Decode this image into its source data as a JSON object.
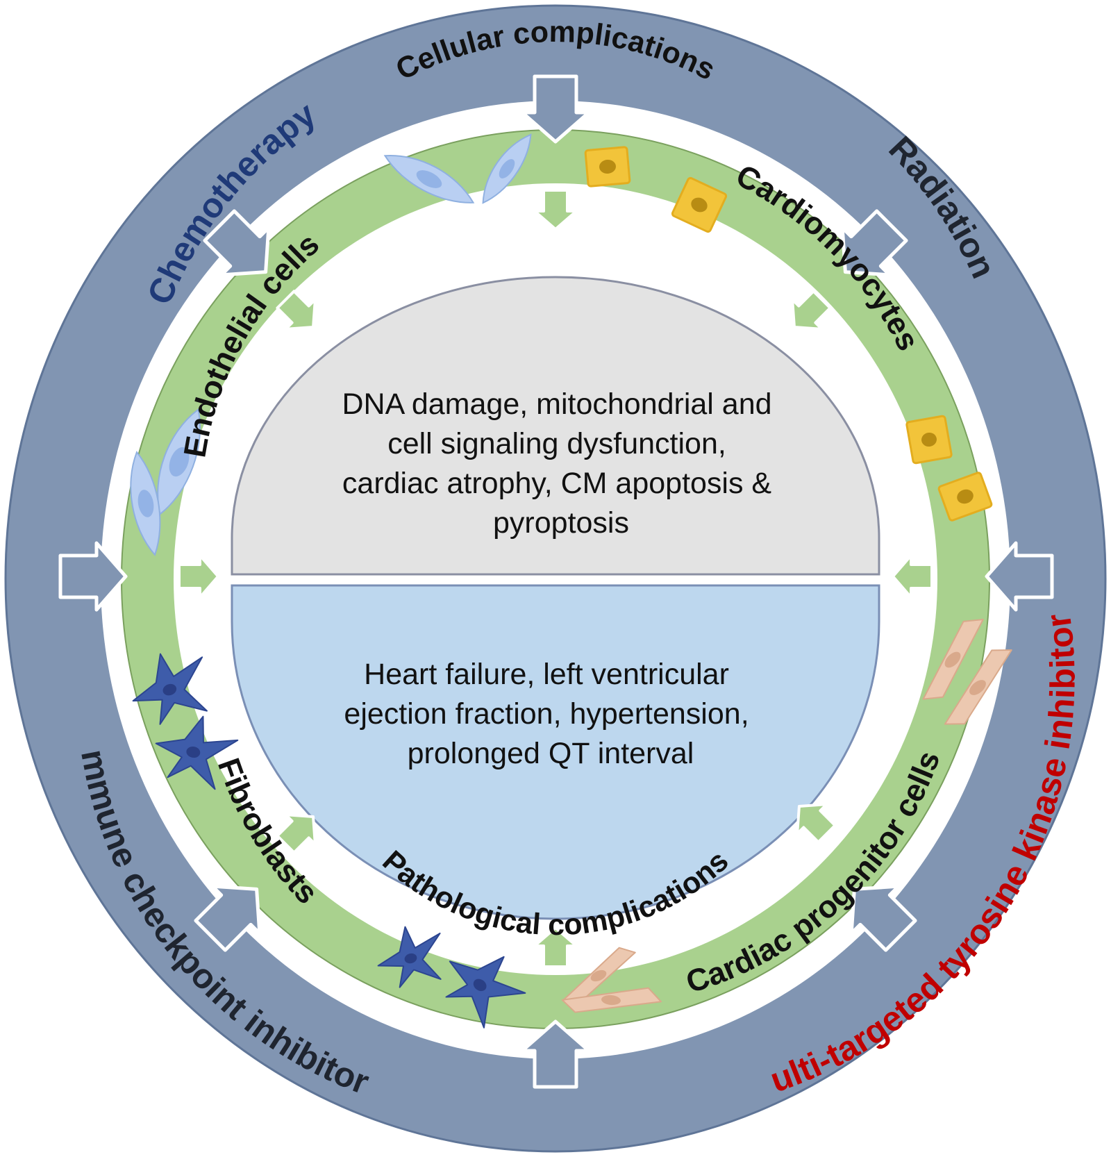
{
  "outer_ring": {
    "labels": {
      "chemotherapy": "Chemotherapy",
      "radiation": "Radiation",
      "tki": "Multi-targeted tyrosine kinase inhibitors",
      "icpi": "Immune checkpoint inhibitors"
    }
  },
  "cell_ring": {
    "labels": {
      "endothelial": "Endothelial cells",
      "cardiomyocytes": "Cardiomyocytes",
      "progenitor": "Cardiac progenitor cells",
      "fibroblasts": "Fibroblasts"
    }
  },
  "center": {
    "cellular": {
      "title": "Cellular complications",
      "lines": [
        "DNA damage, mitochondrial and",
        "cell signaling dysfunction,",
        "cardiac atrophy, CM apoptosis &",
        "pyroptosis"
      ]
    },
    "pathological": {
      "title": "Pathological complications",
      "lines": [
        "Heart failure, left ventricular",
        "ejection fraction, hypertension,",
        "prolonged QT interval"
      ]
    }
  },
  "colors": {
    "outer_ring": "#8195b2",
    "outer_ring_edge": "#5f7597",
    "cell_ring": "#a9d18e",
    "cell_ring_edge": "#7aa05e",
    "cellular_fill": "#e3e3e3",
    "pathological_fill": "#bdd7ee",
    "chemotherapy_text": "#1f3a78",
    "radiation_text": "#1f2530",
    "tki_text": "#c00000",
    "icpi_text": "#1f2530",
    "endothelial_cell": "#b9cff2",
    "cardiomyocyte_cell": "#f2c43a",
    "progenitor_cell": "#ecc8b0",
    "fibroblast_cell": "#3e5caa"
  },
  "icons": {
    "endothelial": "elongated-light-blue-cell",
    "cardiomyocyte": "yellow-rectangular-cell",
    "progenitor": "spindle-peach-cell",
    "fibroblast": "stellate-dark-blue-cell"
  }
}
